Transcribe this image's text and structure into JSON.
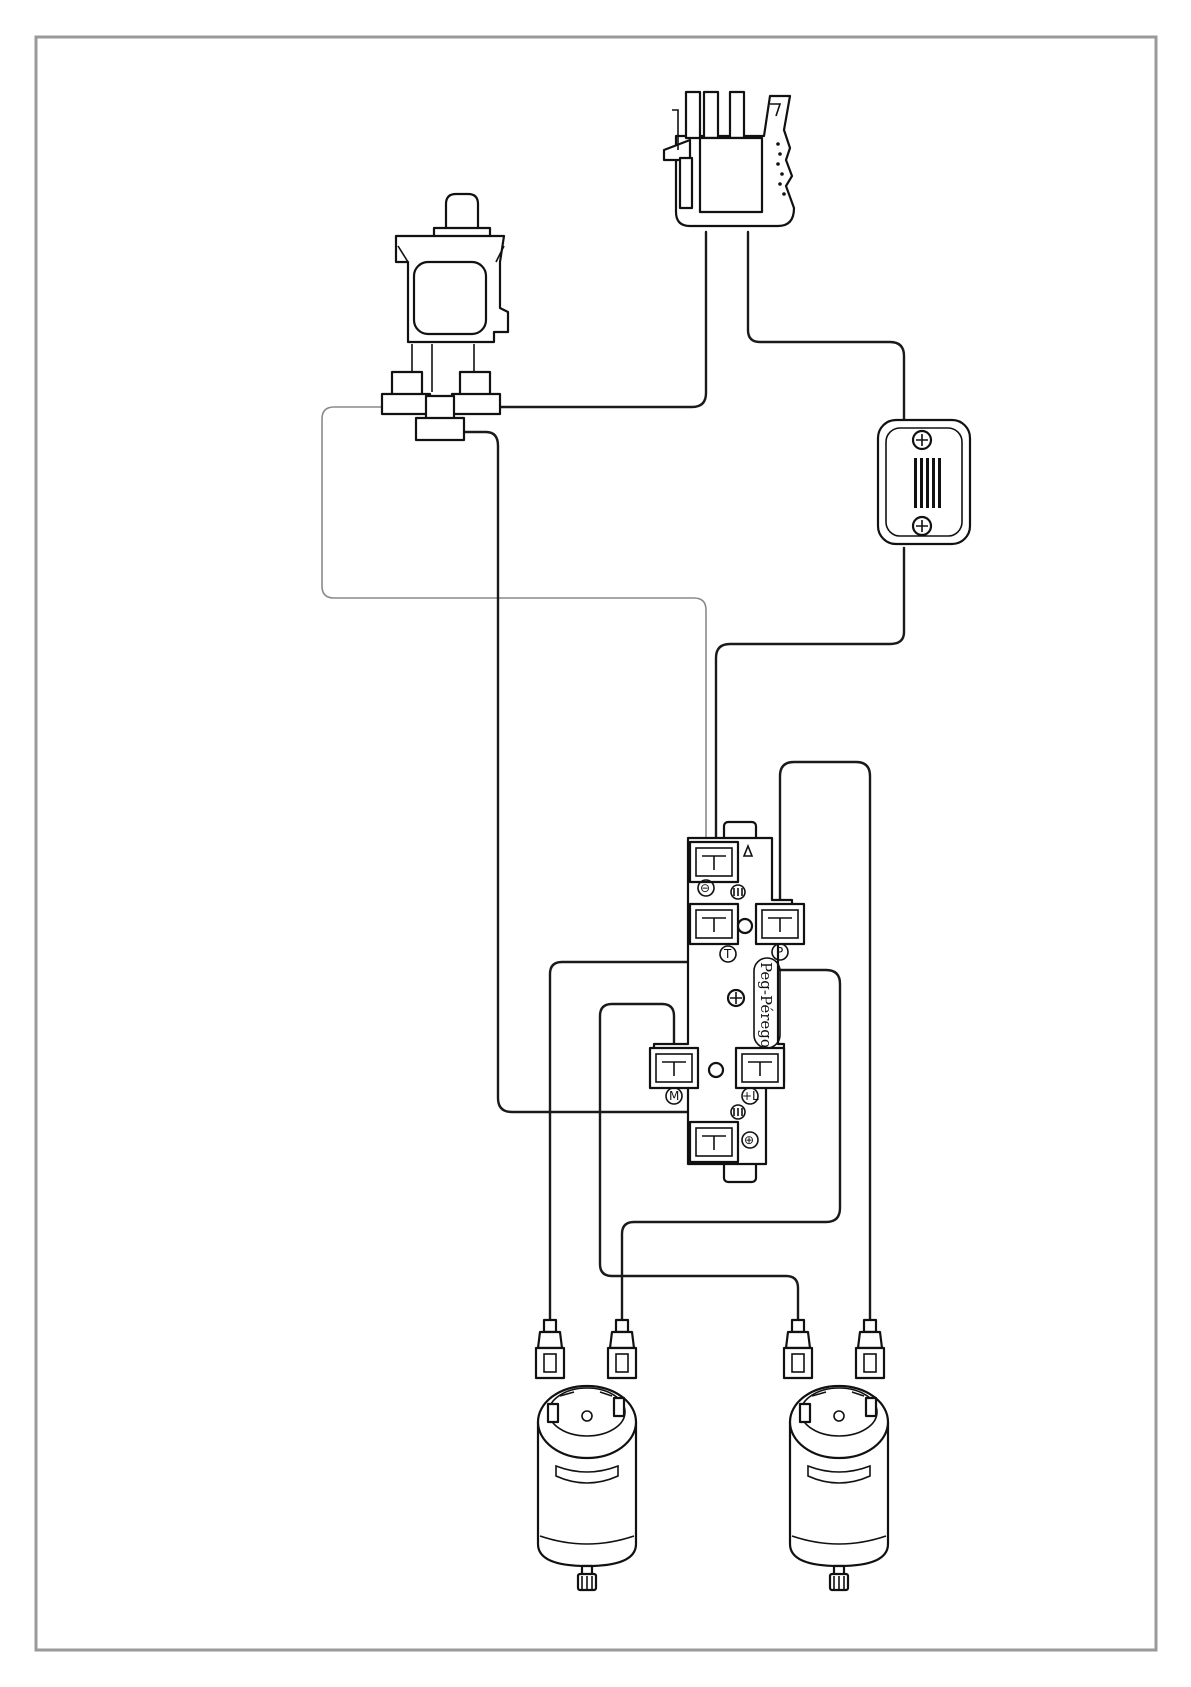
{
  "diagram": {
    "hub_label": "Peg-Pérego",
    "hub_terminal_symbols": {
      "top_left": "⊖",
      "middle_left": "T",
      "middle_right": "P",
      "lower_left": "M",
      "lower_right": "+L",
      "bottom": "⊕"
    },
    "footer_text": ""
  }
}
